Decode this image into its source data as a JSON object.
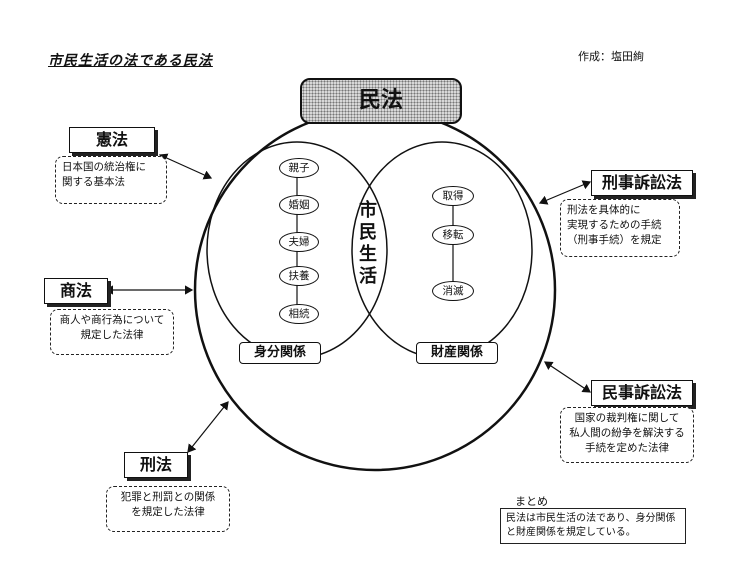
{
  "header": {
    "title": "市民生活の法である民法",
    "author": "作成：塩田絢"
  },
  "center": {
    "title": "民法",
    "citizen_life": "市民生活"
  },
  "status_relation": {
    "label": "身分関係",
    "items": [
      "親子",
      "婚姻",
      "夫婦",
      "扶養",
      "相続"
    ]
  },
  "property_relation": {
    "label": "財産関係",
    "items": [
      "取得",
      "移転",
      "消滅"
    ]
  },
  "laws": {
    "kenpo": {
      "name": "憲法",
      "desc": [
        "日本国の統治権に",
        "関する基本法"
      ]
    },
    "shoho": {
      "name": "商法",
      "desc": [
        "商人や商行為について",
        "規定した法律"
      ]
    },
    "keiho": {
      "name": "刑法",
      "desc": [
        "犯罪と刑罰との関係",
        "を規定した法律"
      ]
    },
    "keiji_soshoho": {
      "name": "刑事訴訟法",
      "desc": [
        "刑法を具体的に",
        "実現するための手続",
        "（刑事手続）を規定"
      ]
    },
    "minji_soshoho": {
      "name": "民事訴訟法",
      "desc": [
        "国家の裁判権に関して",
        "私人間の紛争を解決する",
        "手続を定めた法律"
      ]
    }
  },
  "summary": {
    "heading": "まとめ",
    "text": "民法は市民生活の法であり、身分関係と財産関係を規定している。"
  }
}
